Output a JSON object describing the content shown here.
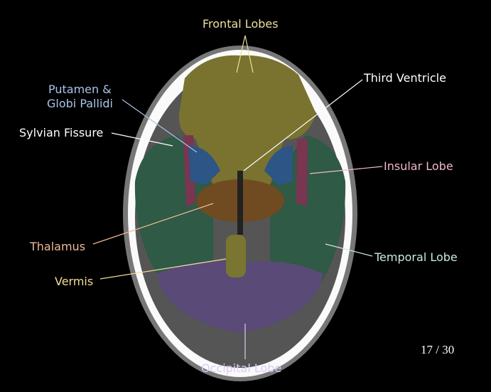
{
  "labels": {
    "frontal": "Frontal Lobes",
    "putamen_line1": "Putamen &",
    "putamen_line2": "Globi Pallidi",
    "sylvian": "Sylvian Fissure",
    "thalamus": "Thalamus",
    "vermis": "Vermis",
    "third_ventricle": "Third Ventricle",
    "insular": "Insular Lobe",
    "temporal": "Temporal Lobe",
    "occipital": "Occipital Lobe"
  },
  "colors": {
    "frontal": "#ece09c",
    "putamen": "#a9c4e8",
    "sylvian": "#ffffff",
    "thalamus": "#f0b898",
    "vermis": "#f4dc98",
    "third_ventricle": "#ffffff",
    "insular": "#f2b8c8",
    "temporal": "#c8ecd8",
    "occipital": "#dccbf2"
  },
  "page": {
    "current": "17",
    "total": "30",
    "text": "17 / 30"
  }
}
